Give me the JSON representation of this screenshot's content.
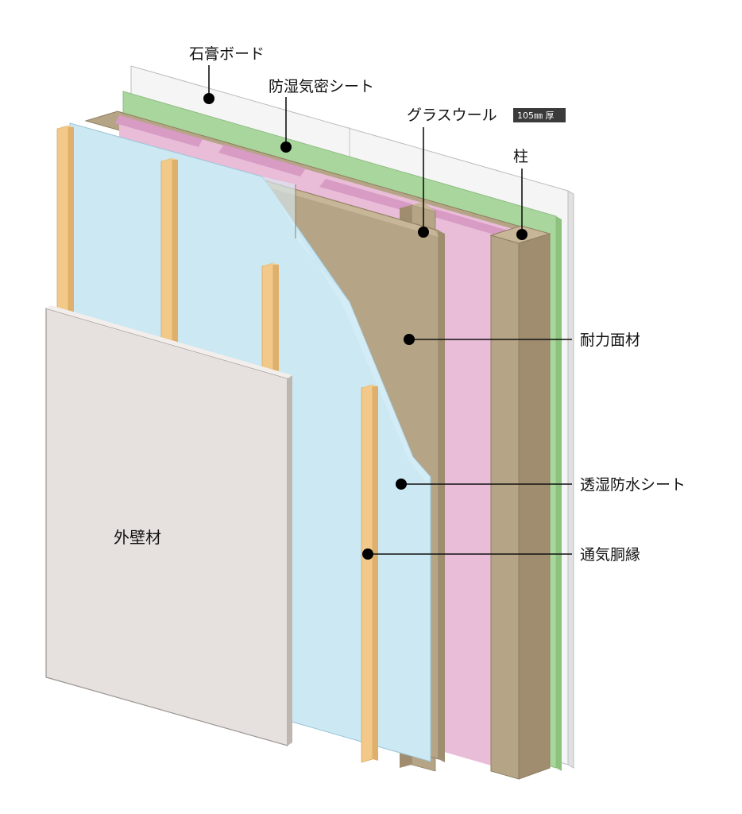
{
  "labels": {
    "gypsum_board": "石膏ボード",
    "vapor_barrier": "防湿気密シート",
    "glass_wool": "グラスウール",
    "glass_wool_badge": "105㎜ 厚",
    "pillar": "柱",
    "structural_panel": "耐力面材",
    "breathable_sheet": "透湿防水シート",
    "furring_strip": "通気胴縁",
    "exterior_wall": "外壁材"
  },
  "colors": {
    "gypsum_board": "#f4f4f4",
    "vapor_barrier": "#a9d69c",
    "glass_wool": "#e9bcd8",
    "glass_wool_top": "#d79bc4",
    "structural_panel": "#b5a486",
    "breathable_sheet": "#cbe8f3",
    "furring_strip": "#f3c98a",
    "exterior_wall": "#e6e1de",
    "pillar_front": "#b5a486",
    "pillar_side": "#a08d70"
  }
}
